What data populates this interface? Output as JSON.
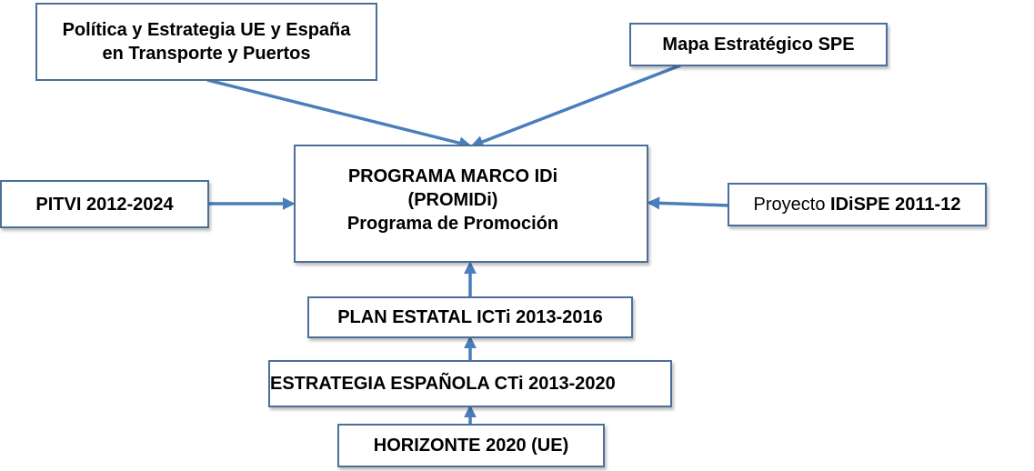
{
  "colors": {
    "border": "#4a6f99",
    "arrow": "#4a7ebb"
  },
  "nodes": {
    "politica": {
      "line1": "Política y Estrategia UE y España",
      "line2": "en Transporte y Puertos"
    },
    "mapa": {
      "label": "Mapa Estratégico SPE"
    },
    "pitvi": {
      "label": "PITVI  2012-2024"
    },
    "promidi": {
      "line1": "PROGRAMA MARCO  IDi",
      "line2": "(PROMIDi)",
      "line3": "Programa de Promoción"
    },
    "idispe": {
      "prefix": "Proyecto ",
      "bold": "IDiSPE 2011-12"
    },
    "plan_estatal": {
      "label": "PLAN ESTATAL ICTi 2013-2016"
    },
    "estrategia": {
      "label": "ESTRATEGIA ESPAÑOLA CTi 2013-2020"
    },
    "horizonte": {
      "label": "HORIZONTE 2020 (UE)"
    }
  }
}
